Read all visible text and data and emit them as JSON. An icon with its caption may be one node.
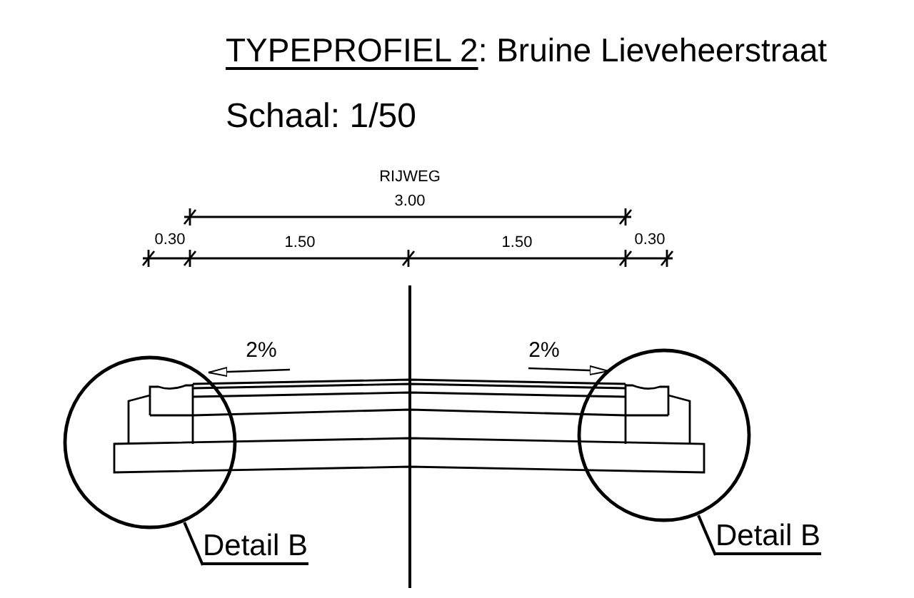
{
  "diagram": {
    "title": "TYPEPROFIEL 2: Bruine Lieveheerstraat",
    "nodes": [
      {
        "text": [],
        "shape": "circle"
      },
      {
        "text": [],
        "shape": "circle"
      },
      {
        "text": [
          "Detail B"
        ]
      },
      {
        "text": [
          "Detail B"
        ]
      }
    ],
    "edges": [
      {
        "from": 2,
        "to": 0,
        "arrow": "none"
      },
      {
        "from": 3,
        "to": 1,
        "arrow": "none"
      }
    ],
    "labels": [
      "Schaal: 1/50",
      "RIJWEG",
      "3.00",
      "0.30",
      "1.50",
      "1.50",
      "0.30",
      "2%",
      "2%"
    ]
  }
}
